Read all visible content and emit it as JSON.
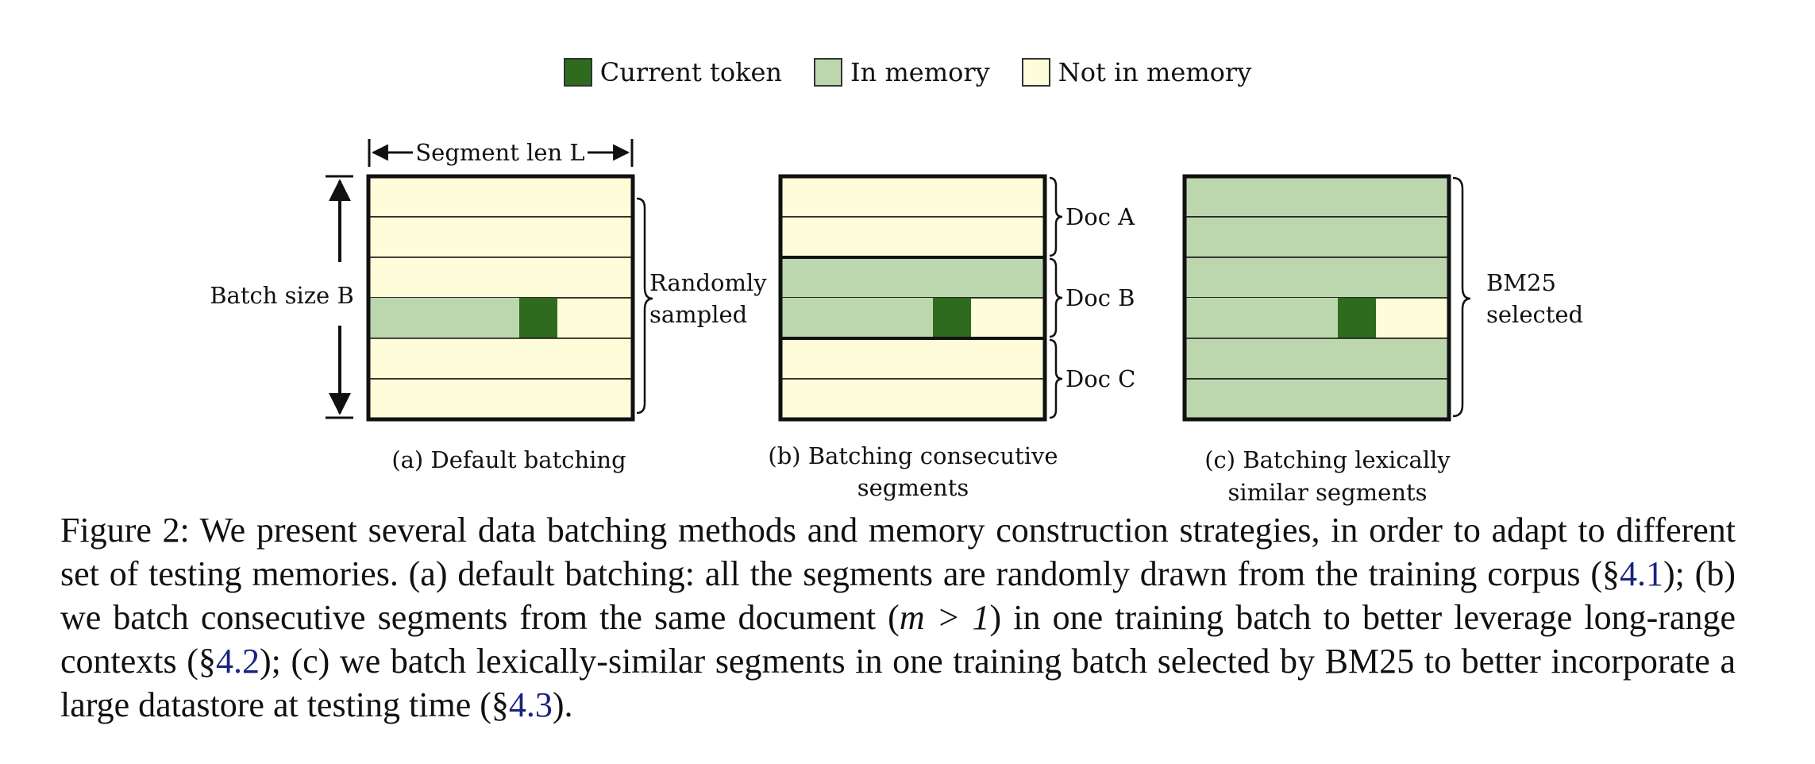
{
  "legend": {
    "items": [
      {
        "label": "Current token",
        "color": "#2e6b1f"
      },
      {
        "label": "In memory",
        "color": "#bcd6ae"
      },
      {
        "label": "Not in memory",
        "color": "#fefcd9"
      }
    ]
  },
  "panel_a": {
    "segment_label": "Segment len L",
    "batch_label": "Batch size B",
    "bracket_label_line1": "Randomly",
    "bracket_label_line2": "sampled",
    "subcaption": "(a) Default batching"
  },
  "panel_b": {
    "doc_labels": [
      "Doc A",
      "Doc B",
      "Doc C"
    ],
    "subcaption_line1": "(b) Batching consecutive",
    "subcaption_line2": "segments"
  },
  "panel_c": {
    "bracket_label_line1": "BM25",
    "bracket_label_line2": "selected",
    "subcaption_line1": "(c) Batching lexically",
    "subcaption_line2": "similar segments"
  },
  "caption": {
    "t1": "Figure 2:  We present several data batching methods and memory construction strategies, in order to adapt to different set of testing memories.  (a) default batching:  all the segments are randomly drawn from the training corpus (§",
    "r1": "4.1",
    "t2": "); (b) we batch consecutive segments from the same document (",
    "m": "m > 1",
    "t3": ") in one training batch to better leverage long-range contexts (§",
    "r2": "4.2",
    "t4": "); (c) we batch lexically-similar segments in one training batch selected by BM25 to better incorporate a large datastore at testing time (§",
    "r3": "4.3",
    "t5": ")."
  }
}
